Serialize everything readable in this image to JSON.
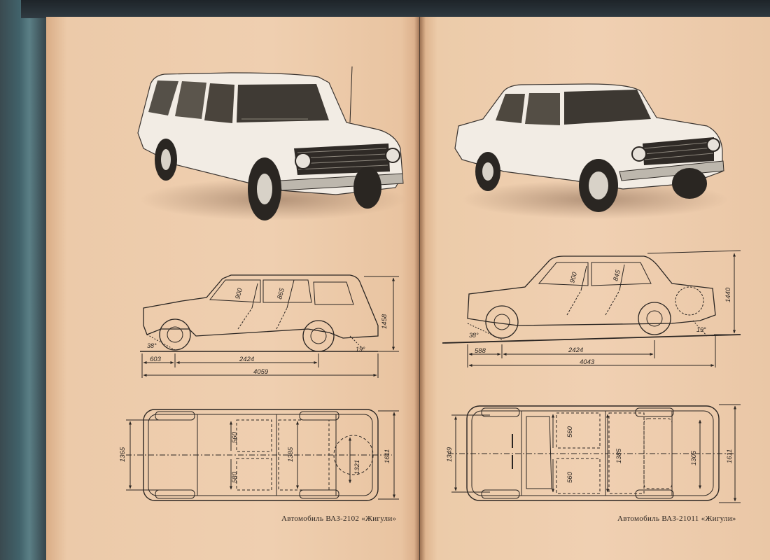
{
  "colors": {
    "page": "#ecc9a8",
    "ink": "#2a2522",
    "cover": "#41626a"
  },
  "left_page": {
    "caption": "Автомобиль ВАЗ-2102 «Жигули»",
    "side_view": {
      "dim_seat_front": "900",
      "dim_seat_rear": "865",
      "dim_height": "1458",
      "angle_front": "38°",
      "angle_rear": "19°",
      "dim_overhang": "603",
      "dim_wheelbase": "2424",
      "dim_length": "4059"
    },
    "top_view": {
      "dim_front_track": "1365",
      "dim_seat_width_1": "560",
      "dim_seat_width_2": "580",
      "dim_interior_width": "1385",
      "dim_rear_track": "1321",
      "dim_overall_width": "1611"
    }
  },
  "right_page": {
    "caption": "Автомобиль ВАЗ-21011 «Жигули»",
    "side_view": {
      "dim_seat_front": "900",
      "dim_seat_rear": "845",
      "dim_height": "1440",
      "angle_front": "38°",
      "angle_rear": "19°",
      "dim_overhang": "588",
      "dim_wheelbase": "2424",
      "dim_length": "4043"
    },
    "top_view": {
      "dim_front_track": "1349",
      "dim_seat_width_1": "560",
      "dim_seat_width_2": "560",
      "dim_interior_width": "1385",
      "dim_rear_track": "1305",
      "dim_overall_width": "1611"
    }
  }
}
